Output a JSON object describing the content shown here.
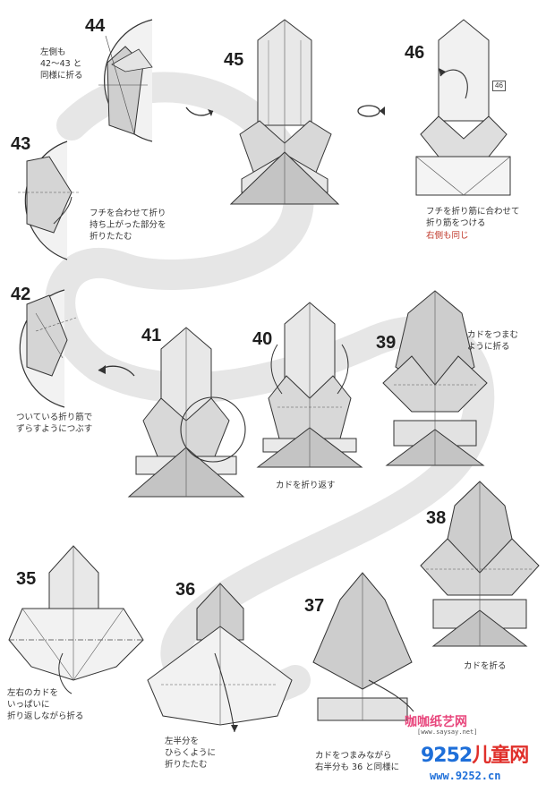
{
  "steps": [
    {
      "num": "44",
      "note": "左側も\n42〜43 と\n同様に折る"
    },
    {
      "num": "45",
      "note": ""
    },
    {
      "num": "46",
      "note": "フチを折り筋に合わせて\n折り筋をつける",
      "note_red": "右側も同じ",
      "ref": "46"
    },
    {
      "num": "43",
      "note": "フチを合わせて折り\n持ち上がった部分を\n折りたたむ"
    },
    {
      "num": "42",
      "note": "ついている折り筋で\nずらすようにつぶす"
    },
    {
      "num": "41",
      "note": ""
    },
    {
      "num": "40",
      "note": "カドを折り返す"
    },
    {
      "num": "39",
      "note": "カドをつまむ\nように折る"
    },
    {
      "num": "38",
      "note": "カドを折る"
    },
    {
      "num": "35",
      "note": "左右のカドを\nいっぱいに\n折り返しながら折る"
    },
    {
      "num": "36",
      "note": "左半分を\nひらくように\n折りたたむ"
    },
    {
      "num": "37",
      "note": "カドをつまみながら\n右半分も 36 と同様に"
    }
  ],
  "watermark": {
    "site_cn": "咖咖纸艺网",
    "site_url": "[www.saysay.net]",
    "brand_blue": "9252",
    "brand_red": "儿童网",
    "brand_url": "www.9252.cn"
  },
  "colors": {
    "paper_fill": "#c9c9c9",
    "paper_light": "#ececec",
    "background_band": "#e6e6e6",
    "accent_red": "#c0392b",
    "watermark_pink": "#e8467c",
    "watermark_blue": "#1e6fd9"
  }
}
